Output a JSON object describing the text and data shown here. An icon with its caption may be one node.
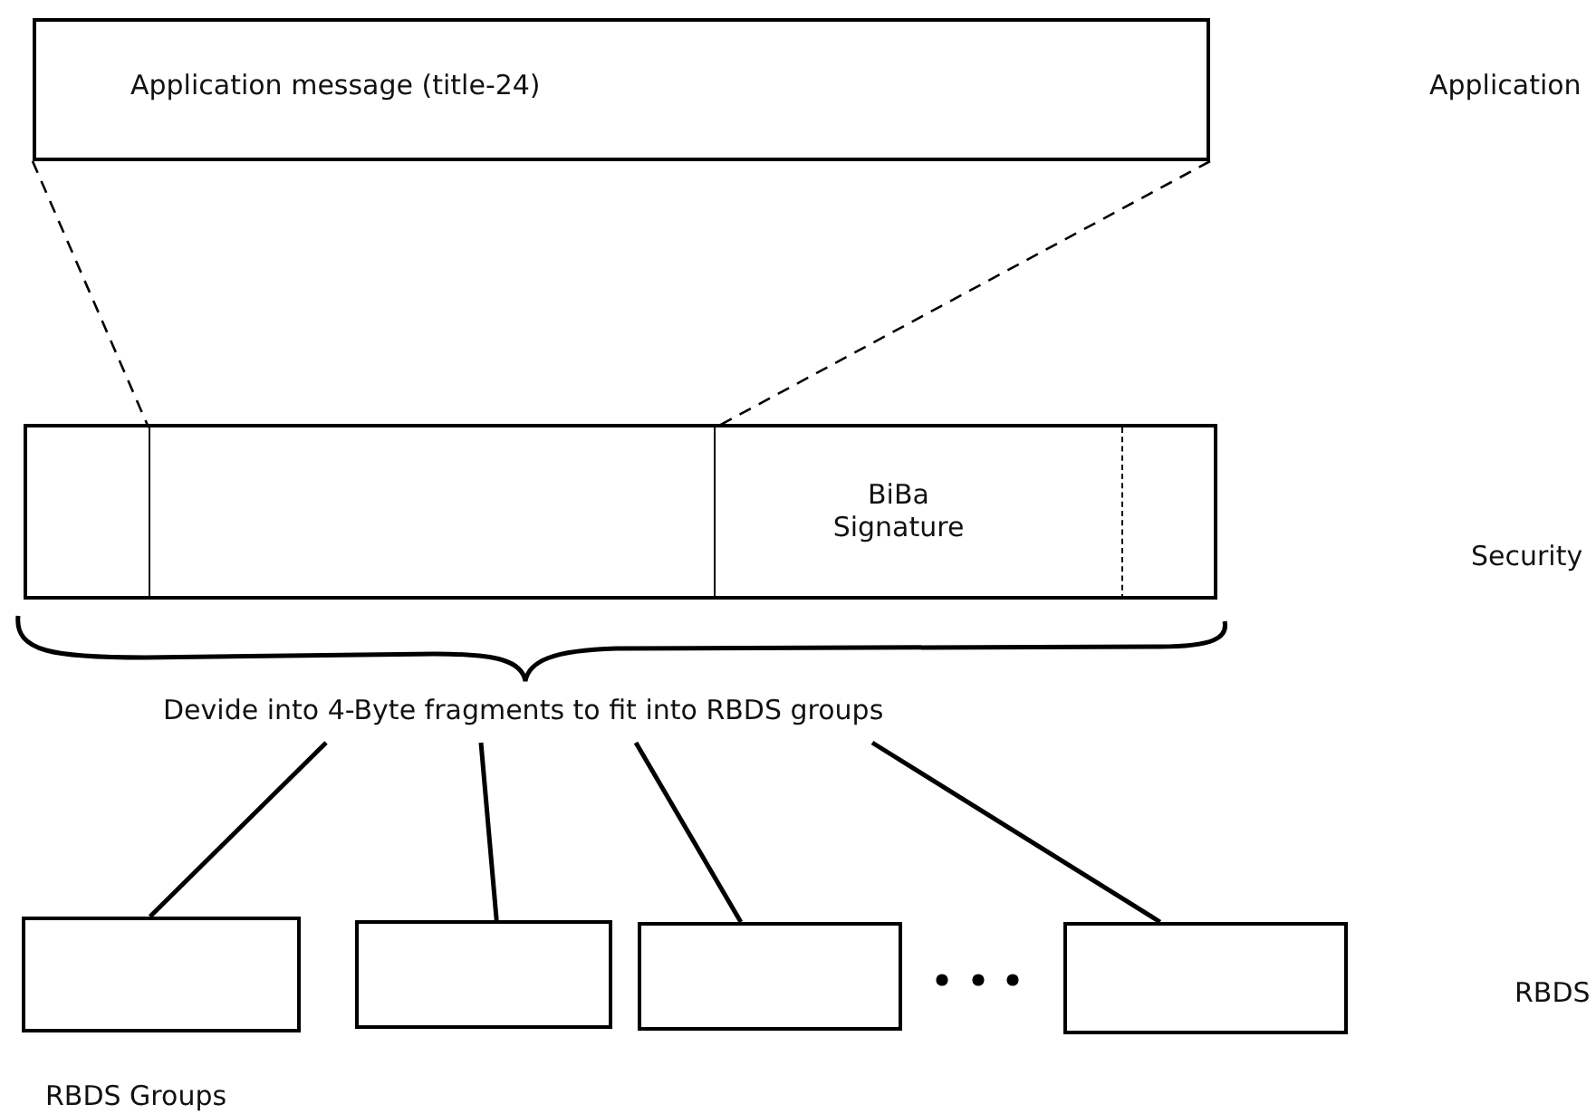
{
  "diagram": {
    "nodes": [
      {
        "text": [
          "Application message (title-24)"
        ]
      },
      {
        "text": [],
        "shape": "box"
      },
      {
        "text": [],
        "shape": "box",
        "in": 1
      },
      {
        "text": [],
        "shape": "box",
        "in": 1
      },
      {
        "text": [
          "BiBa Signature"
        ],
        "in": 1
      },
      {
        "text": [
          "Devide into 4-Byte fragments to fit into RBDS groups"
        ]
      },
      {
        "text": [],
        "shape": "box"
      },
      {
        "text": [],
        "shape": "box"
      },
      {
        "text": [],
        "shape": "box"
      },
      {
        "text": [],
        "shape": "box"
      }
    ],
    "edges": [
      {
        "from": 0,
        "to": 3,
        "arrow": "none",
        "style": "dashed"
      },
      {
        "from": 0,
        "to": 3,
        "arrow": "none",
        "style": "dashed"
      },
      {
        "from": 5,
        "to": 6,
        "arrow": "none"
      },
      {
        "from": 5,
        "to": 7,
        "arrow": "none"
      },
      {
        "from": 5,
        "to": 8,
        "arrow": "none"
      },
      {
        "from": 5,
        "to": 9,
        "arrow": "none"
      }
    ],
    "labels": [
      "Application",
      "Security",
      "RBDS",
      "RBDS Groups"
    ]
  }
}
